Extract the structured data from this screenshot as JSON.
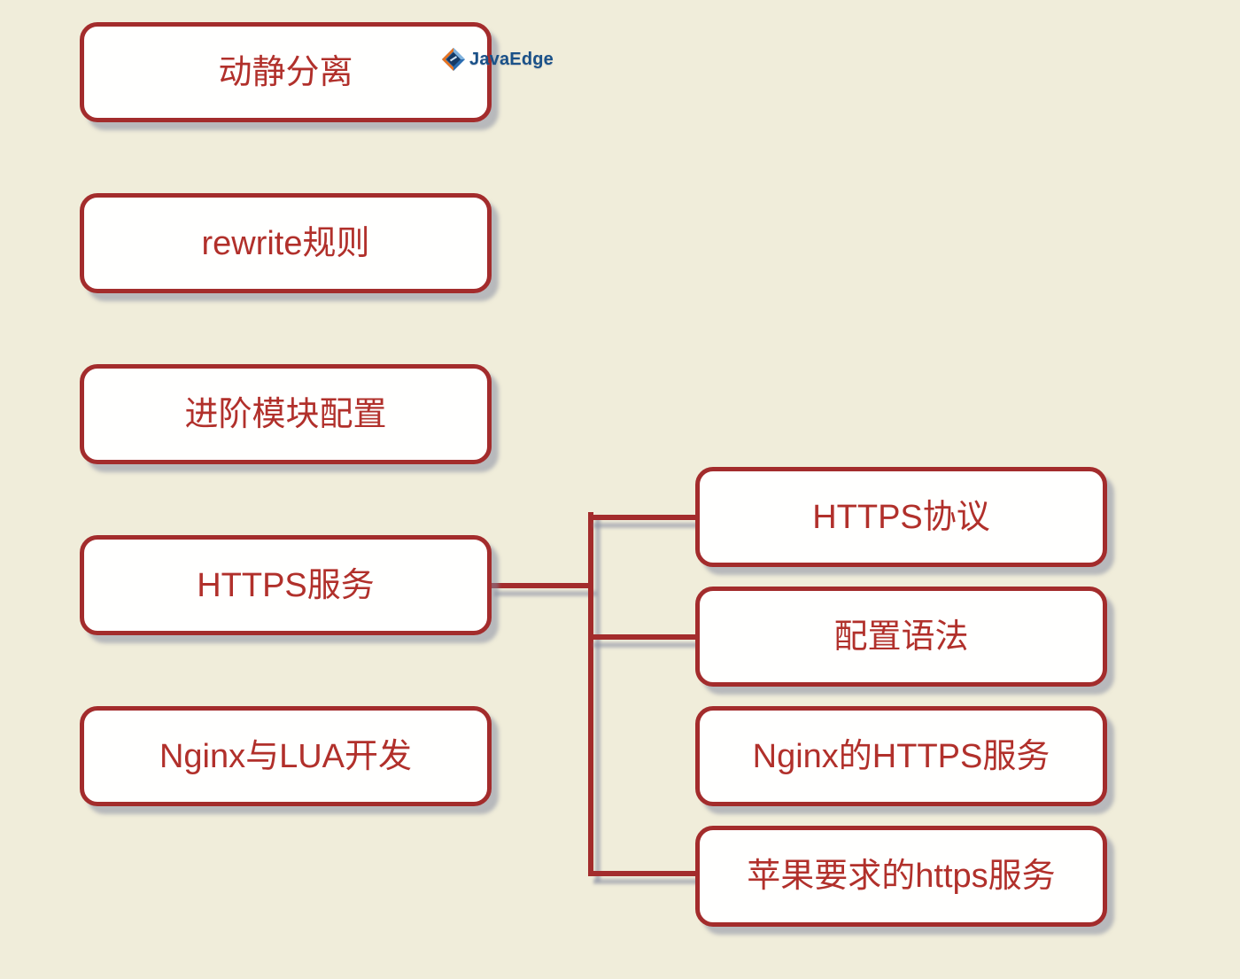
{
  "theme": {
    "bg": "#f0edda",
    "node-border": "#a32c2c",
    "node-fill": "#fffffe",
    "node-text": "#b1302b",
    "line": "#a32c2c",
    "shadow": "rgba(128,133,158,0.5)",
    "logo-color": "#1a5188"
  },
  "logo": {
    "text": "JavaEdge",
    "icon": "gem-diamond-icon"
  },
  "diagram": {
    "type": "mindmap",
    "left_nodes": [
      {
        "id": "dynamic-static-separation",
        "label": "动静分离"
      },
      {
        "id": "rewrite-rules",
        "label": "rewrite规则"
      },
      {
        "id": "advanced-module-config",
        "label": "进阶模块配置"
      },
      {
        "id": "https-service",
        "label": "HTTPS服务"
      },
      {
        "id": "nginx-lua-dev",
        "label": "Nginx与LUA开发"
      }
    ],
    "right_nodes": [
      {
        "id": "https-protocol",
        "label": "HTTPS协议"
      },
      {
        "id": "config-syntax",
        "label": "配置语法"
      },
      {
        "id": "nginx-https-service",
        "label": "Nginx的HTTPS服务"
      },
      {
        "id": "apple-https-service",
        "label": "苹果要求的https服务"
      }
    ],
    "edges": [
      {
        "from": "https-service",
        "to": "https-protocol"
      },
      {
        "from": "https-service",
        "to": "config-syntax"
      },
      {
        "from": "https-service",
        "to": "apple-https-service"
      }
    ]
  }
}
